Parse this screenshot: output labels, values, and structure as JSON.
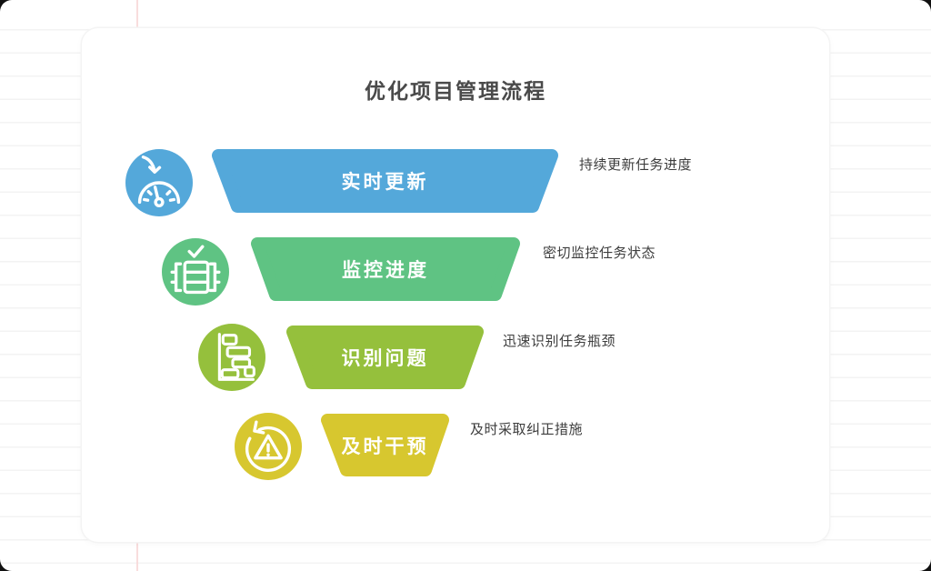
{
  "title": "优化项目管理流程",
  "background": {
    "card_color": "#FFFFFF",
    "ruled_line_color": "#F3F3F3",
    "margin_line_color": "#F8D7D7"
  },
  "funnel": {
    "steps": [
      {
        "label": "实时更新",
        "description": "持续更新任务进度",
        "color": "#54A8DA",
        "icon": "speedometer-icon"
      },
      {
        "label": "监控进度",
        "description": "密切监控任务状态",
        "color": "#5FC383",
        "icon": "checklist-table-icon"
      },
      {
        "label": "识别问题",
        "description": "迅速识别任务瓶颈",
        "color": "#95C03C",
        "icon": "gantt-chart-icon"
      },
      {
        "label": "及时干预",
        "description": "及时采取纠正措施",
        "color": "#D7C72F",
        "icon": "refresh-alert-icon"
      }
    ]
  }
}
